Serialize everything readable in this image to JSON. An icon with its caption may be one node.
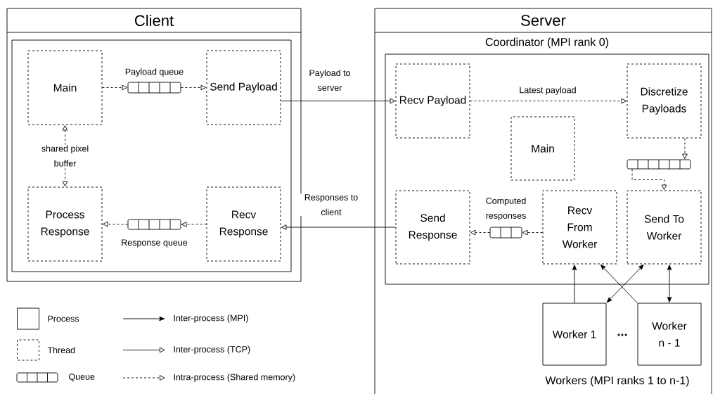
{
  "diagram": {
    "nodes": [
      {
        "text": [
          "Client"
        ]
      },
      {
        "text": [],
        "shape": "box",
        "in": 0
      },
      {
        "text": [
          "Main"
        ],
        "in": 1
      },
      {
        "text": [],
        "shape": "queue",
        "in": 1,
        "beside": [
          "Payload queue"
        ]
      },
      {
        "text": [
          "Send Payload"
        ],
        "in": 1
      },
      {
        "text": [
          "Process Response"
        ],
        "in": 1
      },
      {
        "text": [],
        "shape": "queue",
        "in": 1,
        "beside": [
          "Response queue"
        ]
      },
      {
        "text": [
          "Recv Response"
        ],
        "in": 1
      },
      {
        "text": [
          "Server"
        ]
      },
      {
        "text": [
          "Coordinator (MPI rank 0)"
        ],
        "in": 8
      },
      {
        "text": [
          "Recv Payload"
        ],
        "in": 9
      },
      {
        "text": [
          "Discretize Payloads"
        ],
        "in": 9
      },
      {
        "text": [
          "Main"
        ],
        "in": 9
      },
      {
        "text": [],
        "shape": "queue",
        "in": 9
      },
      {
        "text": [
          "Send Response"
        ],
        "in": 9
      },
      {
        "text": [],
        "shape": "queue",
        "in": 9,
        "beside": [
          "Computed responses"
        ]
      },
      {
        "text": [
          "Recv From Worker"
        ],
        "in": 9
      },
      {
        "text": [
          "Send To Worker"
        ],
        "in": 9
      },
      {
        "text": [
          "Worker 1"
        ],
        "in": 8
      },
      {
        "text": [
          "Worker n - 1"
        ],
        "in": 8
      }
    ],
    "edges": [
      {
        "from": 2,
        "to": 3,
        "arrow": "to",
        "style": "dashed"
      },
      {
        "from": 3,
        "to": 4,
        "arrow": "to",
        "style": "dashed"
      },
      {
        "from": 7,
        "to": 6,
        "arrow": "to",
        "style": "dashed"
      },
      {
        "from": 6,
        "to": 5,
        "arrow": "to",
        "style": "dashed"
      },
      {
        "from": 2,
        "to": 5,
        "arrow": "both",
        "style": "dashed",
        "label": "shared pixel buffer"
      },
      {
        "from": 4,
        "to": 10,
        "arrow": "to",
        "label": "Payload to server"
      },
      {
        "from": 14,
        "to": 7,
        "arrow": "to",
        "label": "Responses to client"
      },
      {
        "from": 10,
        "to": 11,
        "arrow": "to",
        "style": "dashed",
        "label": "Latest payload"
      },
      {
        "from": 11,
        "to": 13,
        "arrow": "to",
        "style": "dashed"
      },
      {
        "from": 13,
        "to": 17,
        "arrow": "to",
        "style": "dashed"
      },
      {
        "from": 16,
        "to": 15,
        "arrow": "to",
        "style": "dashed"
      },
      {
        "from": 15,
        "to": 14,
        "arrow": "to",
        "style": "dashed"
      },
      {
        "from": 18,
        "to": 16,
        "arrow": "to"
      },
      {
        "from": 19,
        "to": 16,
        "arrow": "to"
      },
      {
        "from": 17,
        "to": 18,
        "arrow": "both"
      },
      {
        "from": 17,
        "to": 19,
        "arrow": "both"
      }
    ],
    "labels": [
      "...",
      "Workers (MPI ranks 1 to n-1)"
    ],
    "legend": [
      {
        "text": "Process"
      },
      {
        "text": "Thread"
      },
      {
        "text": "Queue"
      },
      {
        "text": "Inter-process (MPI)"
      },
      {
        "text": "Inter-process (TCP)"
      },
      {
        "text": "Intra-process (Shared memory)"
      }
    ]
  }
}
